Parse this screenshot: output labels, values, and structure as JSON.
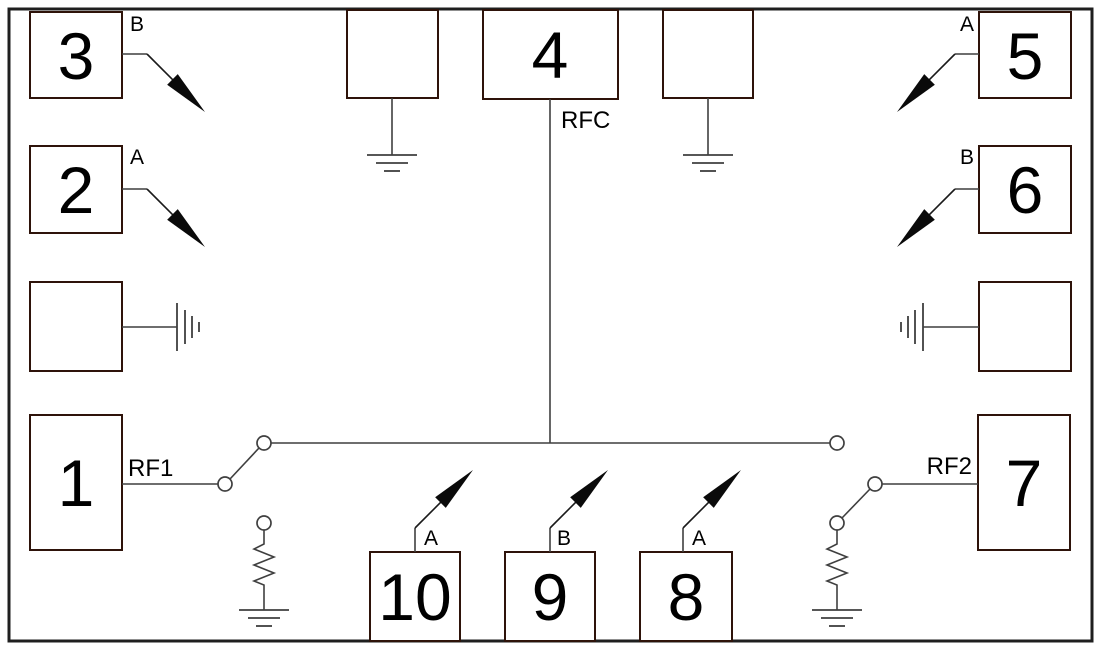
{
  "colors": {
    "line": "#3f3f3f",
    "box_outline": "#2e130a",
    "arrow_fill": "#0a0a0a",
    "text": "#000000",
    "background": "#ffffff"
  },
  "pins": {
    "left_column": {
      "pin3": {
        "number": "3",
        "control": "B"
      },
      "pin2": {
        "number": "2",
        "control": "A"
      },
      "gnd": {
        "number": ""
      },
      "pin1": {
        "number": "1",
        "port": "RF1"
      }
    },
    "top_row": {
      "gnd_left": {
        "number": ""
      },
      "pin4": {
        "number": "4",
        "port": "RFC"
      },
      "gnd_right": {
        "number": ""
      }
    },
    "right_column": {
      "pin5": {
        "number": "5",
        "control": "A"
      },
      "pin6": {
        "number": "6",
        "control": "B"
      },
      "gnd": {
        "number": ""
      },
      "pin7": {
        "number": "7",
        "port": "RF2"
      }
    },
    "bottom_row": {
      "pin10": {
        "number": "10",
        "control": "A"
      },
      "pin9": {
        "number": "9",
        "control": "B"
      },
      "pin8": {
        "number": "8",
        "control": "A"
      }
    }
  }
}
